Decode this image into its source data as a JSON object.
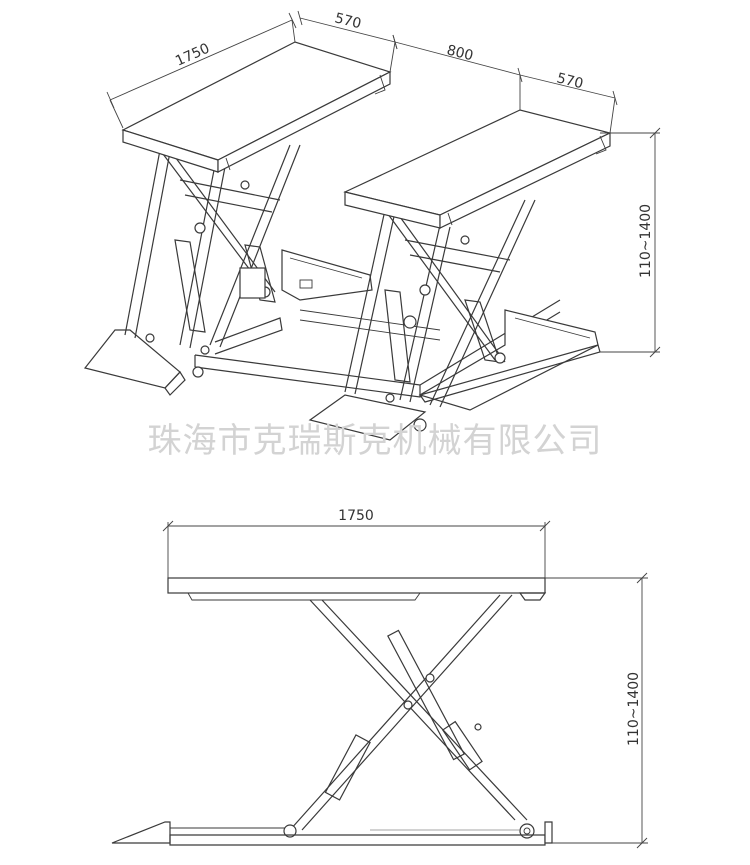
{
  "dimensions": {
    "top_length": "1750",
    "top_width_left": "570",
    "top_gap": "800",
    "top_width_right": "570",
    "top_height": "110~1400",
    "side_length": "1750",
    "side_height": "110~1400"
  },
  "watermark": "珠海市克瑞斯克机械有限公司",
  "colors": {
    "line": "#3a3a3a",
    "watermark": "#d3d3d3",
    "background": "#ffffff"
  }
}
